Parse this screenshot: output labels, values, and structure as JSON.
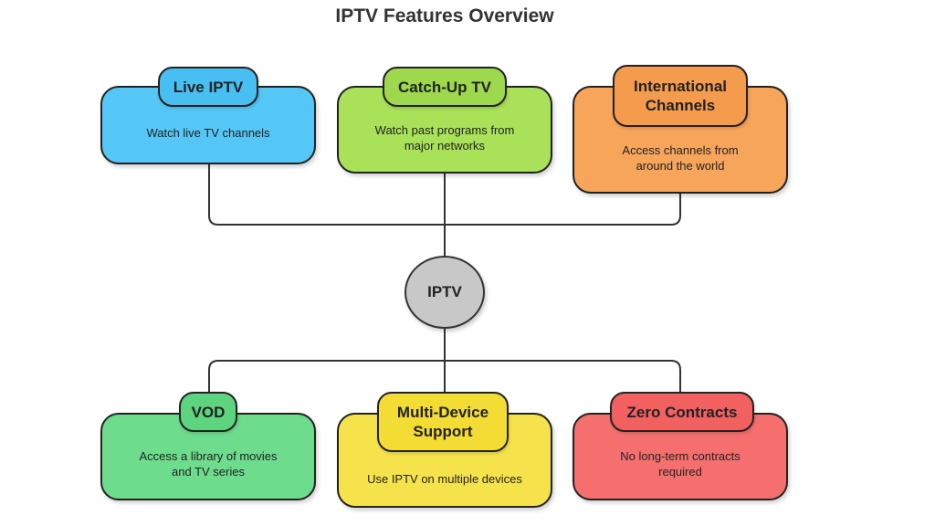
{
  "title": "IPTV Features Overview",
  "center": {
    "label": "IPTV",
    "color": "#c8c8c8"
  },
  "features": [
    {
      "title": "Live IPTV",
      "description": "Watch live TV channels",
      "color": "#55c7f6",
      "tab_color": "#48bff2"
    },
    {
      "title": "Catch-Up TV",
      "description": "Watch past programs from\nmajor networks",
      "color": "#a9e158",
      "tab_color": "#9ed84c"
    },
    {
      "title": "International\nChannels",
      "description": "Access channels from\naround the world",
      "color": "#f7a55a",
      "tab_color": "#f59b4e"
    },
    {
      "title": "VOD",
      "description": "Access a library of movies\nand TV series",
      "color": "#6ddc8d",
      "tab_color": "#5ed47f"
    },
    {
      "title": "Multi-Device\nSupport",
      "description": "Use IPTV on multiple devices",
      "color": "#f6e34c",
      "tab_color": "#f3dc34"
    },
    {
      "title": "Zero Contracts",
      "description": "No long-term contracts\nrequired",
      "color": "#f56f6f",
      "tab_color": "#f26060"
    }
  ]
}
